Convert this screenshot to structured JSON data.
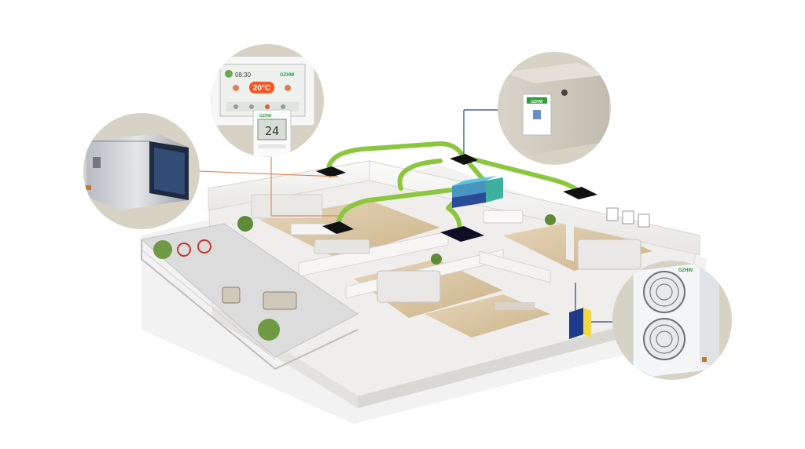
{
  "colors": {
    "background": "#ffffff",
    "duct": "#8cc63f",
    "floor_wood": "#d9c6a5",
    "wall": "#f1f0ee",
    "circle_bg": "#d6d2c4",
    "connector_line": "#e08a55",
    "connector_line_dark": "#2c3e80",
    "brand_green": "#2e9a3b",
    "display_orange": "#f05a28"
  },
  "components": {
    "thermostat_touch": {
      "clock": "08:30",
      "temperature": "20°C",
      "brand": "GZHW"
    },
    "thermostat_small": {
      "temperature": "24",
      "brand": "GZHW"
    },
    "indoor_duct_unit": {
      "icon": "ducted-indoor-unit-icon"
    },
    "heat_recovery_unit": {
      "brand": "GZHW",
      "icon": "fresh-air-unit-icon"
    },
    "outdoor_unit": {
      "brand": "GZHW",
      "icon": "outdoor-condenser-icon"
    },
    "air_handler": {
      "icon": "air-handler-box-icon"
    },
    "control_box": {
      "icon": "control-box-icon"
    }
  }
}
